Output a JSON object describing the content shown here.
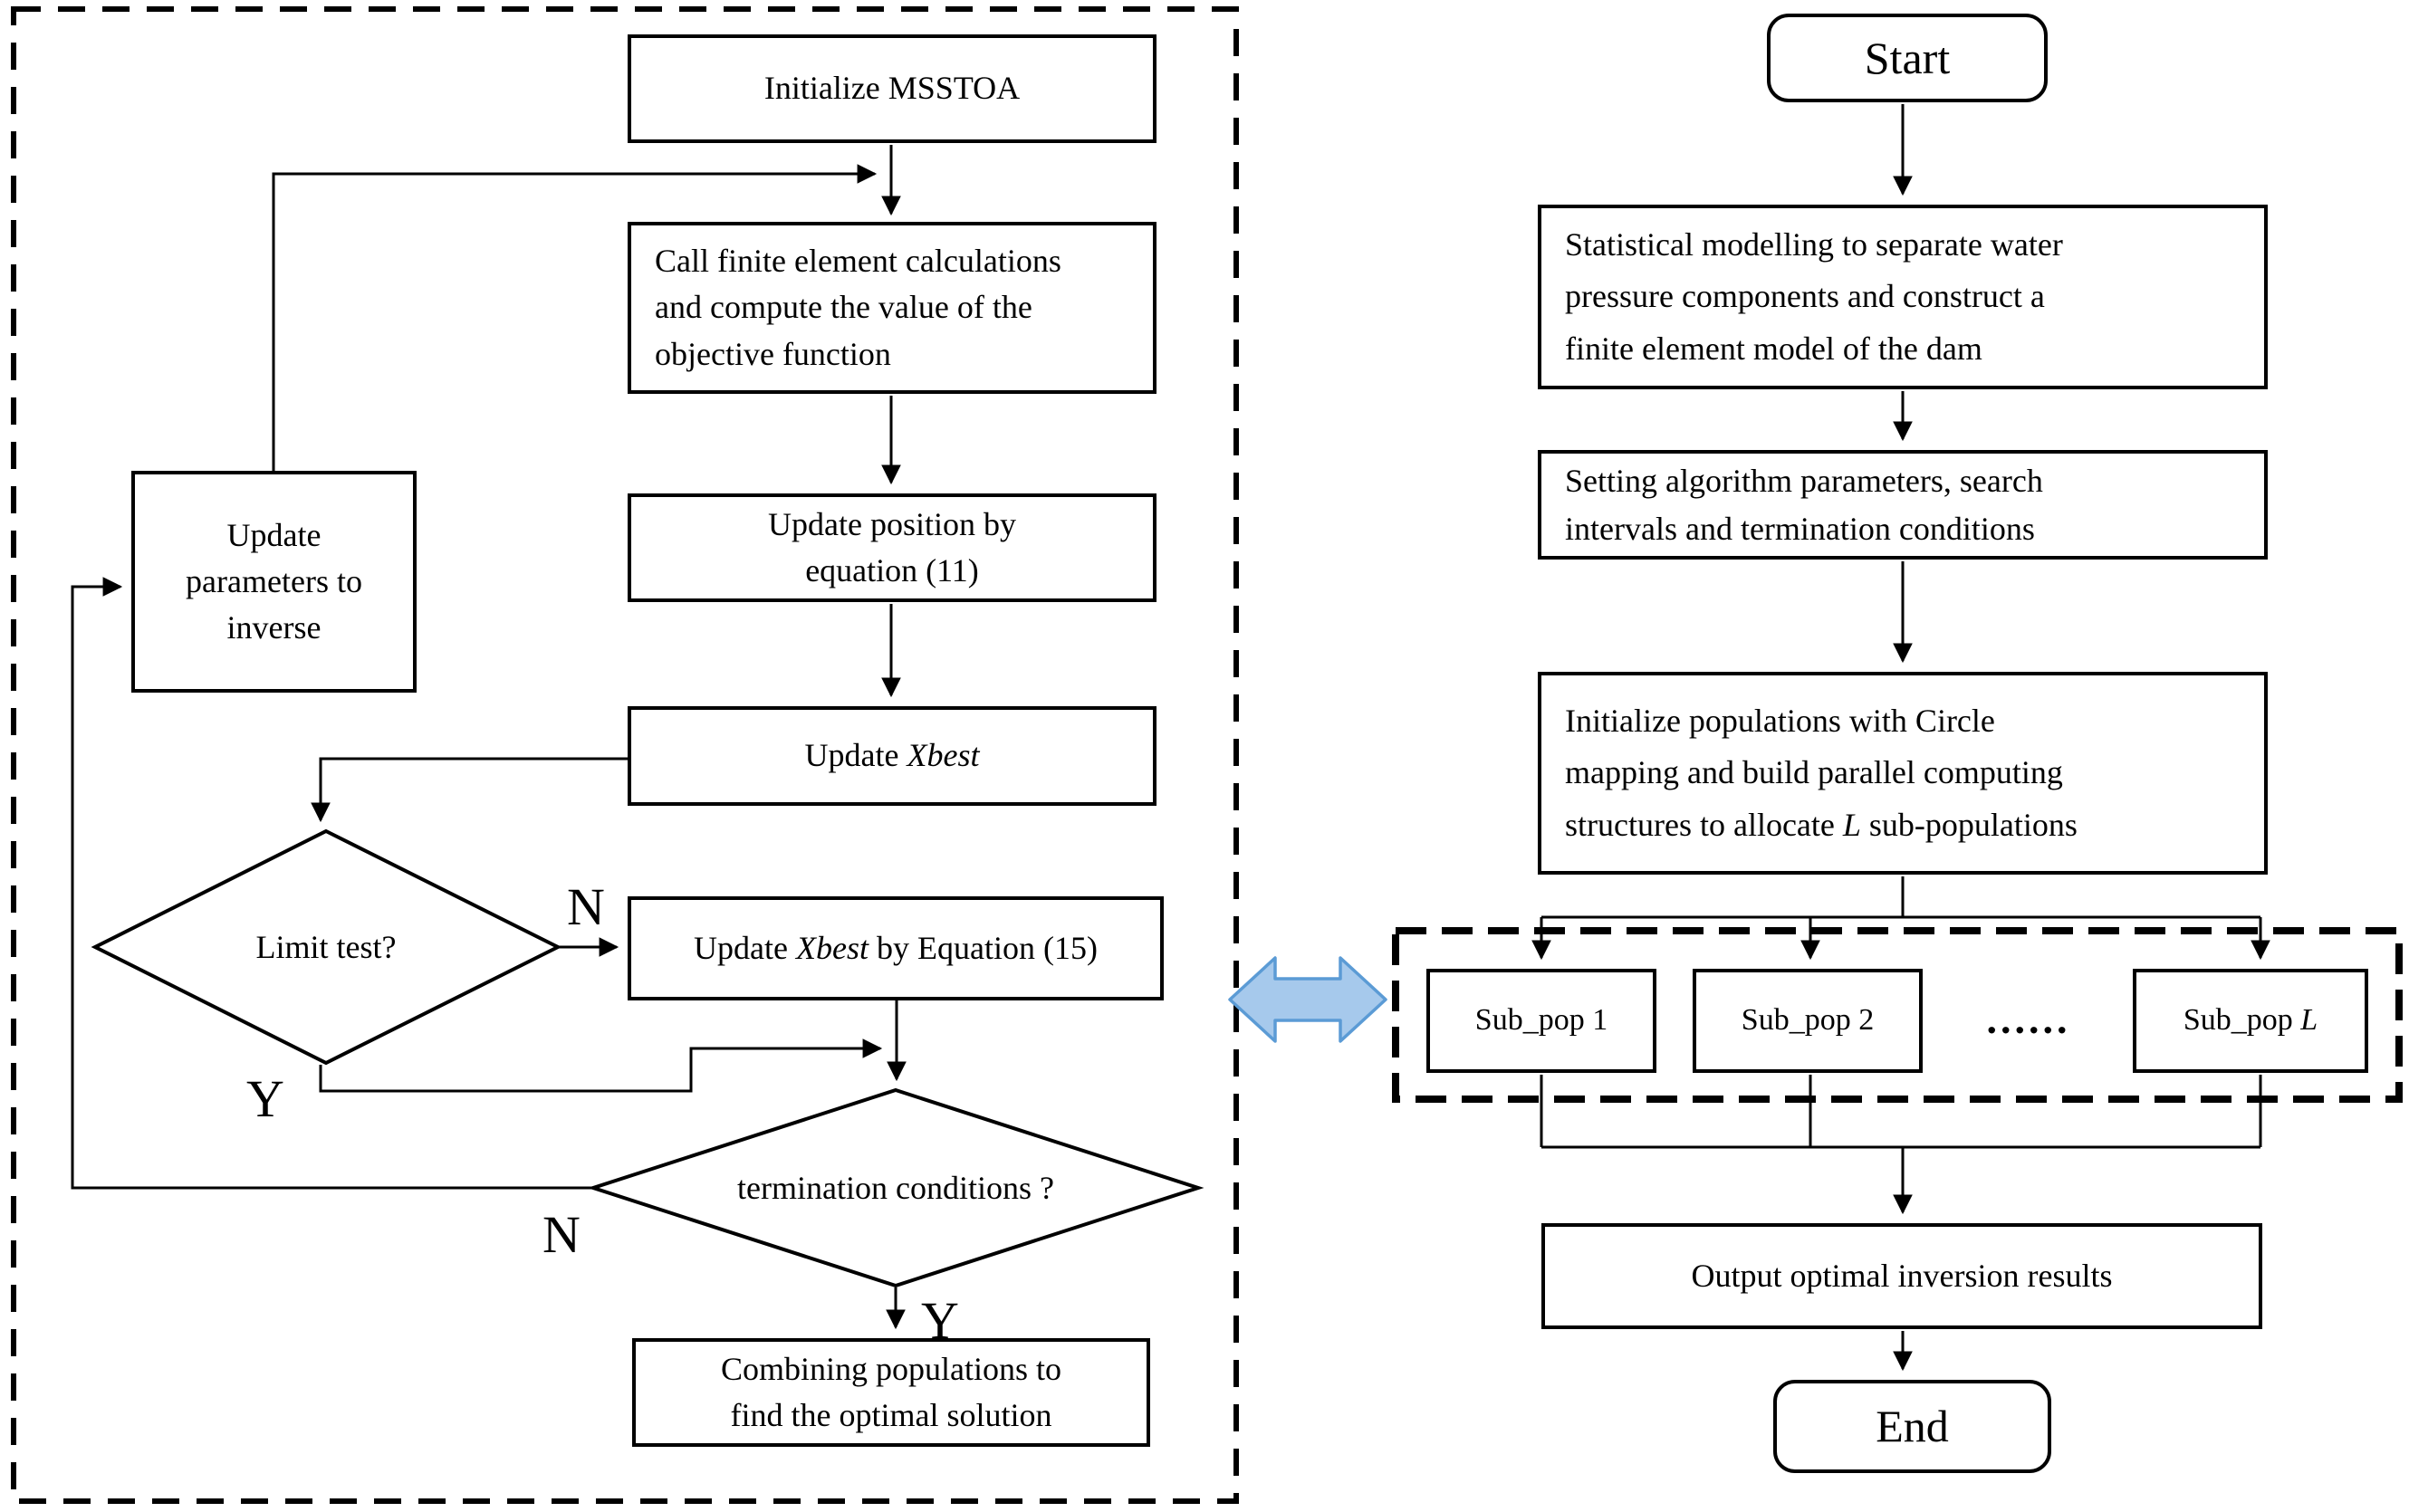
{
  "flowchart_left": {
    "initialize_msstoa": "Initialize MSSTOA",
    "call_finite_element": "Call finite element calculations\nand compute the value of the\nobjective function",
    "update_position": "Update position by\nequation (11)",
    "update_xbest_prefix": "Update ",
    "xbest_italic": "Xbest",
    "update_xbest_eq_prefix": "Update ",
    "update_xbest_eq_italic": "Xbest",
    "update_xbest_eq_suffix": " by Equation (15)",
    "update_parameters": "Update\nparameters to\ninverse",
    "limit_test": "Limit test?",
    "termination_conditions": "termination conditions ?",
    "combining_populations": "Combining populations to\nfind the optimal solution",
    "label_limit_no": "N",
    "label_limit_yes": "Y",
    "label_term_no": "N",
    "label_term_yes": "Y"
  },
  "flowchart_right": {
    "start": "Start",
    "statistical_modelling": "Statistical modelling to separate water\npressure components and construct a\nfinite element model of the dam",
    "setting_parameters": "Setting algorithm parameters, search\nintervals and termination conditions",
    "initialize_populations_prefix": "Initialize populations with Circle\nmapping and build parallel computing\nstructures to allocate ",
    "initialize_populations_italic": "L",
    "initialize_populations_suffix": " sub-populations",
    "subpop_prefix": "Sub_pop ",
    "subpop1_num": "1",
    "subpop2_num": "2",
    "subpopL_num": "L",
    "ellipsis": "......",
    "output_results": "Output optimal inversion results",
    "end": "End"
  },
  "colors": {
    "line": "#000000",
    "double_arrow_fill": "#A6C9EC",
    "double_arrow_stroke": "#5B9BD5"
  }
}
